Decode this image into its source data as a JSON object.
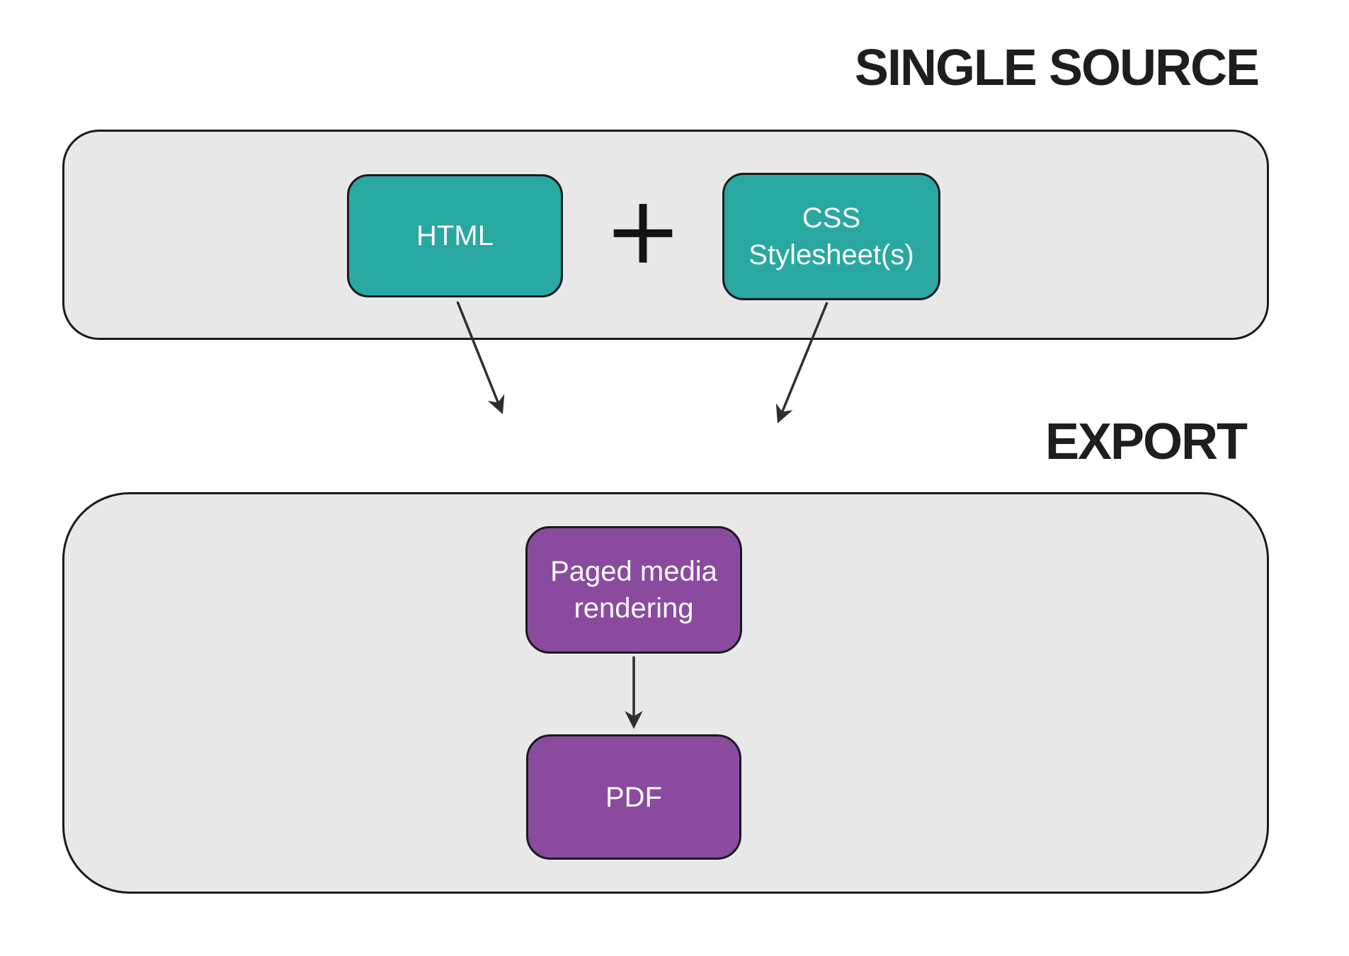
{
  "sections": {
    "source": {
      "title": "SINGLE SOURCE"
    },
    "export": {
      "title": "EXPORT"
    }
  },
  "nodes": {
    "html": {
      "label": "HTML"
    },
    "css": {
      "line1": "CSS",
      "line2": "Stylesheet(s)"
    },
    "paged_media": {
      "line1": "Paged media",
      "line2": "rendering"
    },
    "pdf": {
      "label": "PDF"
    }
  },
  "operator": {
    "glyph": "+"
  },
  "colors": {
    "teal": "#29A8A2",
    "purple": "#8A4B9F",
    "panel": "#E8E8E8",
    "border": "#1A1A1A",
    "arrow": "#2E2E2E",
    "title": "#1E1E1E",
    "node_text": "#FCFAFC"
  }
}
